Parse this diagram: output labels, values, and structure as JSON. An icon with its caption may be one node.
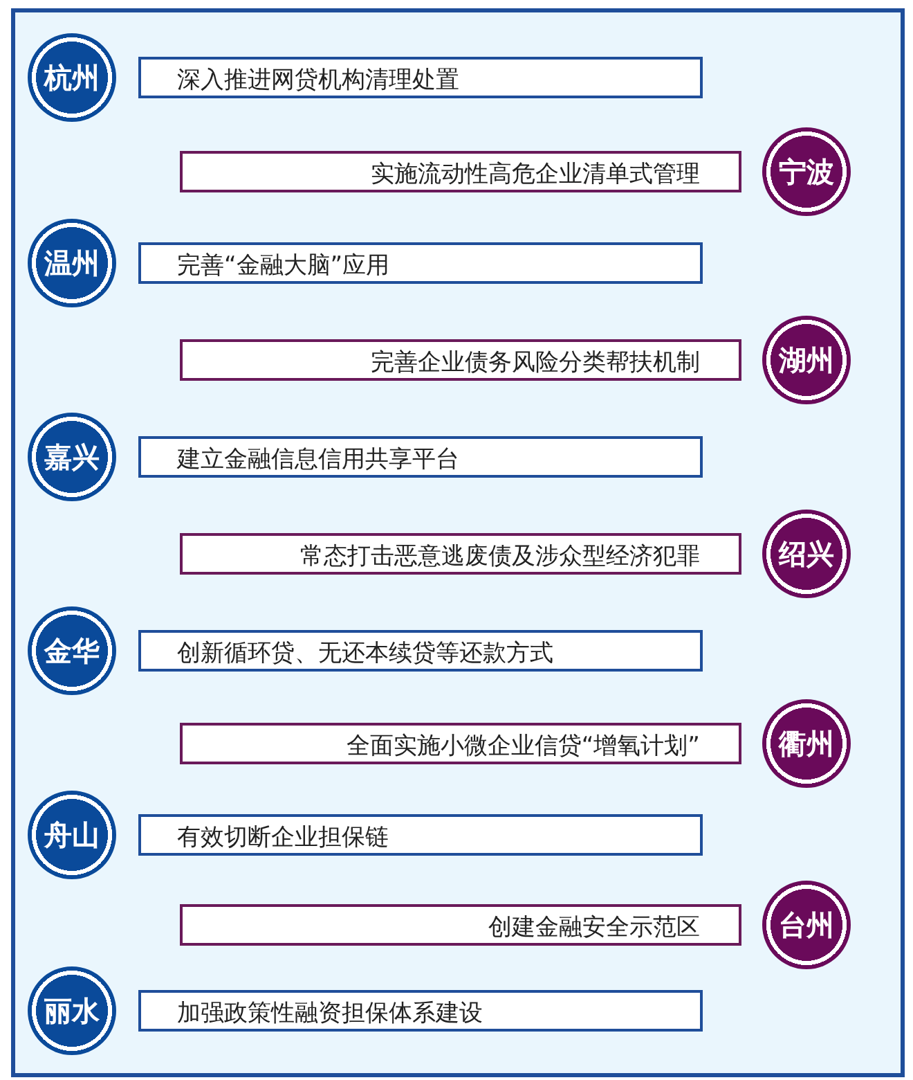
{
  "diagram": {
    "nodes": [
      {
        "text": [
          "杭州"
        ]
      },
      {
        "text": [
          "深入推进网贷机构清理处置"
        ]
      },
      {
        "text": [
          "实施流动性高危企业清单式管理"
        ]
      },
      {
        "text": [
          "宁波"
        ]
      },
      {
        "text": [
          "温州"
        ]
      },
      {
        "text": [
          "完善“金融大脑”应用"
        ]
      },
      {
        "text": [
          "完善企业债务风险分类帮扶机制"
        ]
      },
      {
        "text": [
          "湖州"
        ]
      },
      {
        "text": [
          "嘉兴"
        ]
      },
      {
        "text": [
          "建立金融信息信用共享平台"
        ]
      },
      {
        "text": [
          "常态打击恶意逃废债及涉众型经济犯罪"
        ]
      },
      {
        "text": [
          "绍兴"
        ]
      },
      {
        "text": [
          "金华"
        ]
      },
      {
        "text": [
          "创新循环贷、无还本续贷等还款方式"
        ]
      },
      {
        "text": [
          "全面实施小微企业信贷“增氧计划”"
        ]
      },
      {
        "text": [
          "衢州"
        ]
      },
      {
        "text": [
          "舟山"
        ]
      },
      {
        "text": [
          "有效切断企业担保链"
        ]
      },
      {
        "text": [
          "创建金融安全示范区"
        ]
      },
      {
        "text": [
          "台州"
        ]
      },
      {
        "text": [
          "丽水"
        ]
      },
      {
        "text": [
          "加强政策性融资担保体系建设"
        ]
      }
    ]
  }
}
